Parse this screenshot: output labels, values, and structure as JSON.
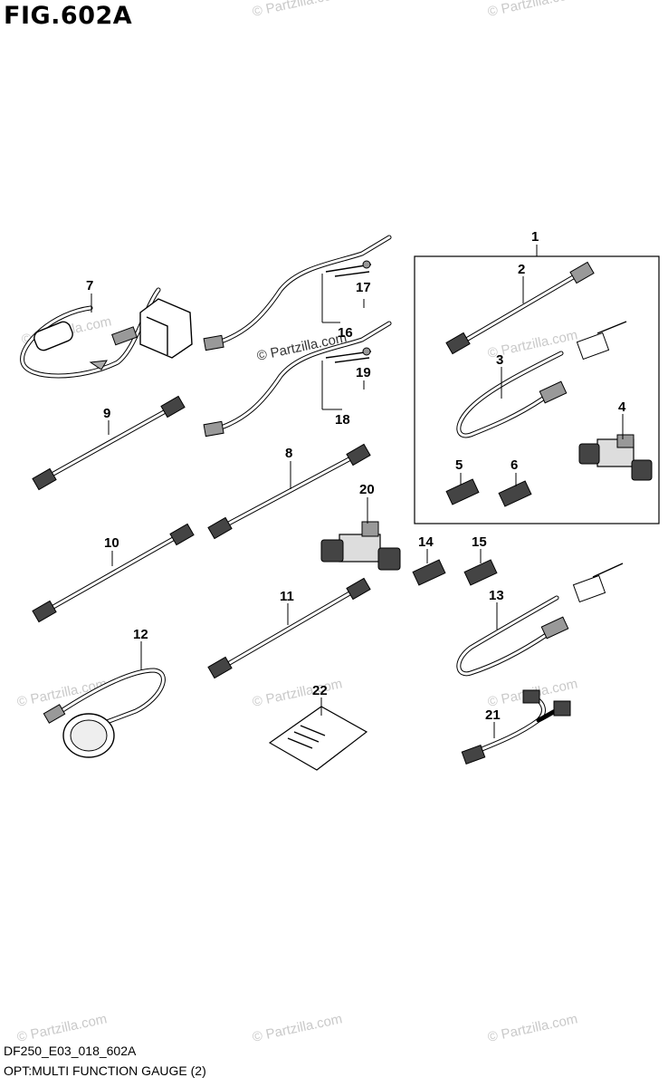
{
  "figure": {
    "title": "FIG.602A",
    "code": "DF250_E03_018_602A",
    "description": "OPT:MULTI FUNCTION GAUGE (2)"
  },
  "watermark": {
    "text": "© Partzilla.com"
  },
  "callouts": {
    "c1": "1",
    "c2": "2",
    "c3": "3",
    "c4": "4",
    "c5": "5",
    "c6": "6",
    "c7": "7",
    "c8": "8",
    "c9": "9",
    "c10": "10",
    "c11": "11",
    "c12": "12",
    "c13": "13",
    "c14": "14",
    "c15": "15",
    "c16": "16",
    "c17": "17",
    "c18": "18",
    "c19": "19",
    "c20": "20",
    "c21": "21",
    "c22": "22"
  }
}
